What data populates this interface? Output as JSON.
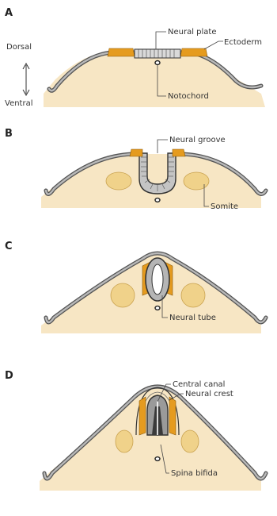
{
  "panels": [
    {
      "letter": "A",
      "labels": {
        "neural_plate": "Neural plate",
        "ectoderm": "Ectoderm",
        "notochord": "Notochord"
      },
      "axis": {
        "top": "Dorsal",
        "bottom": "Ventral"
      }
    },
    {
      "letter": "B",
      "labels": {
        "neural_groove": "Neural groove",
        "somite": "Somite"
      }
    },
    {
      "letter": "C",
      "labels": {
        "neural_tube": "Neural tube"
      }
    },
    {
      "letter": "D",
      "labels": {
        "central_canal": "Central canal",
        "neural_crest": "Neural crest",
        "spina_bifida": "Spina bifida"
      }
    }
  ],
  "colors": {
    "crest": "#e59b1f",
    "yolk": "#f7e6c4",
    "somite": "#f0d28a",
    "ectoderm": "#555555"
  }
}
